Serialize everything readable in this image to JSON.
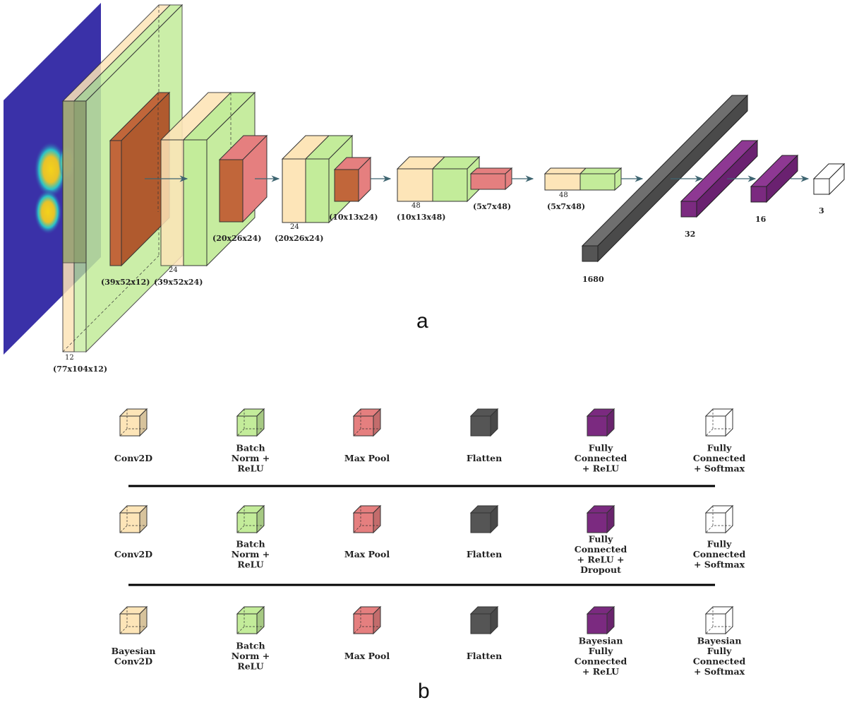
{
  "panel_a": {
    "label": "a",
    "layers": [
      {
        "kind": "input",
        "depth_label": "12",
        "dims": "(77x104x12)"
      },
      {
        "kind": "conv",
        "dims": "(39x52x12)"
      },
      {
        "kind": "conv",
        "depth_label": "24",
        "dims": "(39x52x24)"
      },
      {
        "kind": "pool",
        "dims": "(20x26x24)"
      },
      {
        "kind": "conv",
        "depth_label": "24",
        "dims": "(20x26x24)"
      },
      {
        "kind": "pool",
        "dims": "(10x13x24)"
      },
      {
        "kind": "conv",
        "depth_label": "48",
        "dims": "(10x13x48)"
      },
      {
        "kind": "pool",
        "dims": "(5x7x48)"
      },
      {
        "kind": "conv",
        "depth_label": "48",
        "dims": "(5x7x48)"
      },
      {
        "kind": "flatten",
        "units": "1680"
      },
      {
        "kind": "dense",
        "units": "32"
      },
      {
        "kind": "dense",
        "units": "16"
      },
      {
        "kind": "output",
        "units": "3"
      }
    ]
  },
  "panel_b": {
    "label": "b",
    "rows": [
      {
        "items": [
          "Conv2D",
          "Batch\nNorm +\nReLU",
          "Max Pool",
          "Flatten",
          "Fully\nConnected\n+ ReLU",
          "Fully\nConnected\n+ Softmax"
        ]
      },
      {
        "items": [
          "Conv2D",
          "Batch\nNorm +\nReLU",
          "Max Pool",
          "Flatten",
          "Fully\nConnected\n+ ReLU +\nDropout",
          "Fully\nConnected\n+ Softmax"
        ]
      },
      {
        "items": [
          "Bayesian\nConv2D",
          "Batch\nNorm +\nReLU",
          "Max Pool",
          "Flatten",
          "Bayesian\nFully\nConnected\n+ ReLU",
          "Bayesian\nFully\nConnected\n+ Softmax"
        ]
      }
    ]
  },
  "colors": {
    "conv": "#fde5b8",
    "batchnorm": "#c3ec9a",
    "pool": "#e57f7f",
    "pool_overlap": "#c1663a",
    "flatten": "#555555",
    "dense": "#7b2a80",
    "output": "#ffffff",
    "input_bg": "#3a31a8",
    "arrow": "#3d6470"
  },
  "icons": {
    "legend": "cube-icon",
    "input": "heatmap-image-icon"
  }
}
